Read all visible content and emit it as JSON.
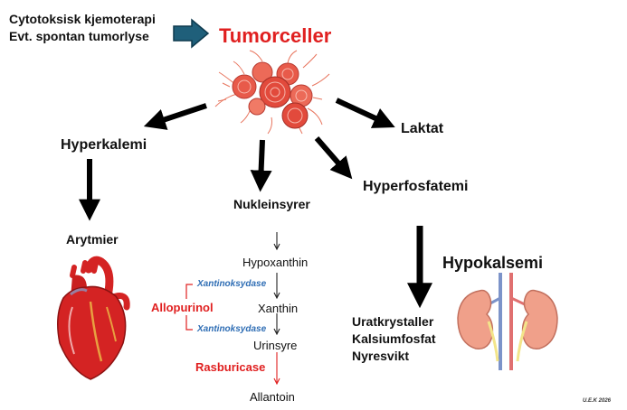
{
  "causes": {
    "line1": "Cytotoksisk kjemoterapi",
    "line2": "Evt. spontan tumorlyse"
  },
  "center_title": "Tumorceller",
  "outcomes": {
    "hyperkalemi": "Hyperkalemi",
    "arytmier": "Arytmier",
    "nukleinsyrer": "Nukleinsyrer",
    "laktat": "Laktat",
    "hyperfosfatemi": "Hyperfosfatemi",
    "hypokalsemi": "Hypokalsemi",
    "renal": [
      "Uratkrystaller",
      "Kalsiumfosfat",
      "Nyresvikt"
    ]
  },
  "purine_pathway": {
    "steps": [
      "Hypoxanthin",
      "Xanthin",
      "Urinsyre",
      "Allantoin"
    ],
    "enzyme": "Xantinoksydase",
    "inhibitor": "Allopurinol",
    "converter": "Rasburicase"
  },
  "signature": "U.E.K 2026",
  "colors": {
    "title_red": "#e02020",
    "enzyme_blue": "#2e6db4",
    "cause_arrow": "#1f5f7a",
    "heart_red": "#d42323",
    "kidney_pink": "#f0a08a"
  }
}
